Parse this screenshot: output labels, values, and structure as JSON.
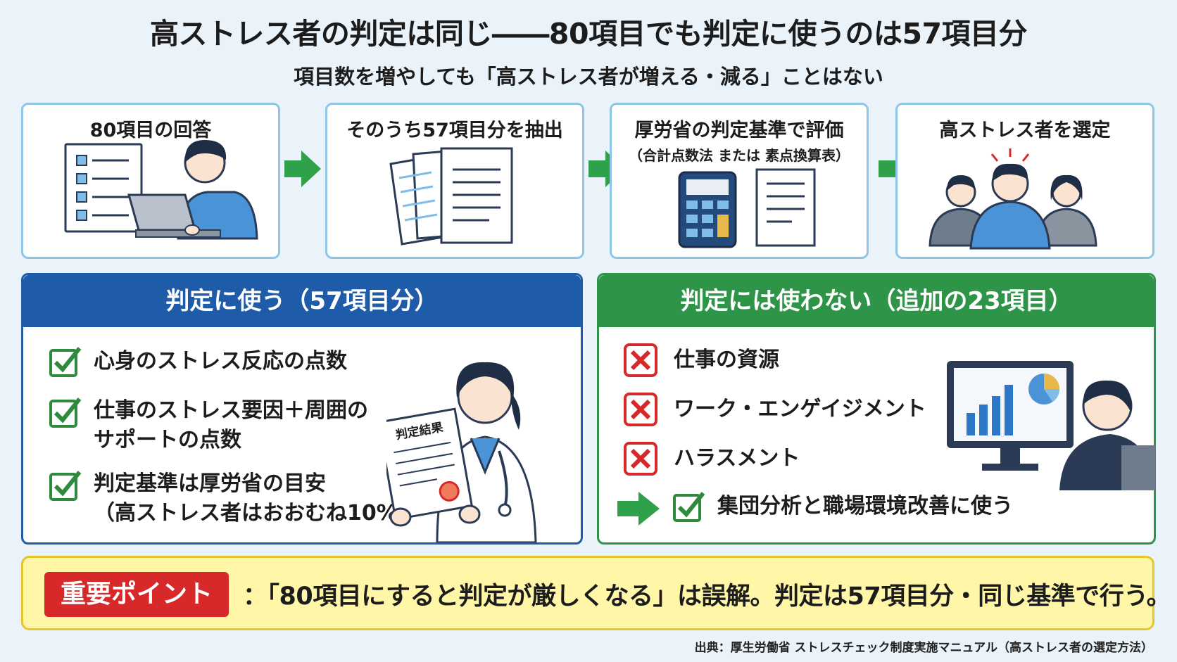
{
  "title": "高ストレス者の判定は同じ――80項目でも判定に使うのは57項目分",
  "subtitle": "項目数を増やしても「高ストレス者が増える・減る」ことはない",
  "flow": [
    {
      "title": "80項目の回答",
      "sub": ""
    },
    {
      "title": "そのうち57項目分を抽出",
      "sub": ""
    },
    {
      "title": "厚労省の判定基準で評価",
      "sub": "（合計点数法 または 素点換算表）"
    },
    {
      "title": "高ストレス者を選定",
      "sub": ""
    }
  ],
  "used_panel": {
    "heading": "判定に使う（57項目分）",
    "items": [
      {
        "line1": "心身のストレス反応の点数",
        "line2": ""
      },
      {
        "line1": "仕事のストレス要因＋周囲の",
        "line2": "サポートの点数"
      },
      {
        "line1": "判定基準は厚労省の目安",
        "line2": "（高ストレス者はおおむね10%）"
      }
    ],
    "doc_label": "判定結果"
  },
  "unused_panel": {
    "heading": "判定には使わない（追加の23項目）",
    "items": [
      "仕事の資源",
      "ワーク・エンゲイジメント",
      "ハラスメント"
    ],
    "use_label": "集団分析と職場環境改善に使う"
  },
  "key_point": {
    "badge": "重要ポイント",
    "text": "：「80項目にすると判定が厳しくなる」は誤解。判定は57項目分・同じ基準で行う。"
  },
  "source": "出典：厚生労働省 ストレスチェック制度実施マニュアル（高ストレス者の選定方法）",
  "colors": {
    "blue_header": "#1e5ba8",
    "green_header": "#2e9447",
    "check_green": "#2e8b3e",
    "cross_red": "#d7282a",
    "arrow_green": "#2fa14a",
    "point_bg": "#fff6a8"
  }
}
